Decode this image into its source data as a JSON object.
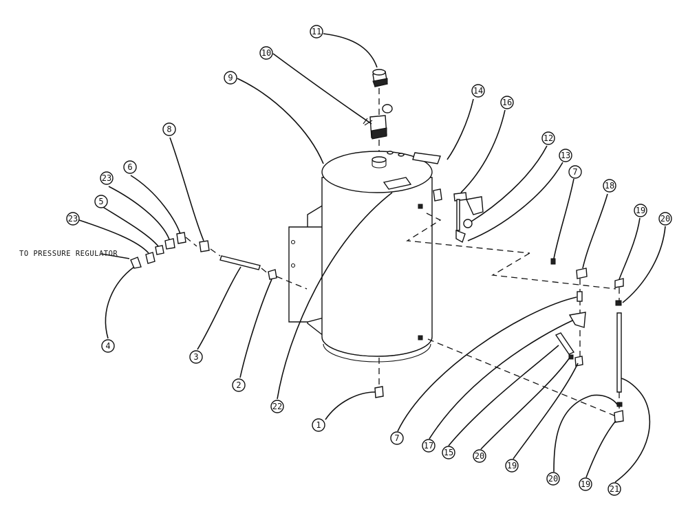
{
  "note": {
    "text": "TO PRESSURE REGULATOR"
  },
  "callouts": [
    {
      "id": "11",
      "label": "11"
    },
    {
      "id": "10",
      "label": "10"
    },
    {
      "id": "9",
      "label": "9"
    },
    {
      "id": "14",
      "label": "14"
    },
    {
      "id": "16",
      "label": "16"
    },
    {
      "id": "12",
      "label": "12"
    },
    {
      "id": "13",
      "label": "13"
    },
    {
      "id": "7a",
      "label": "7"
    },
    {
      "id": "18",
      "label": "18"
    },
    {
      "id": "19a",
      "label": "19"
    },
    {
      "id": "20a",
      "label": "20"
    },
    {
      "id": "8",
      "label": "8"
    },
    {
      "id": "6",
      "label": "6"
    },
    {
      "id": "23a",
      "label": "23"
    },
    {
      "id": "5",
      "label": "5"
    },
    {
      "id": "23b",
      "label": "23"
    },
    {
      "id": "4",
      "label": "4"
    },
    {
      "id": "3",
      "label": "3"
    },
    {
      "id": "2",
      "label": "2"
    },
    {
      "id": "22",
      "label": "22"
    },
    {
      "id": "1",
      "label": "1"
    },
    {
      "id": "7b",
      "label": "7"
    },
    {
      "id": "17",
      "label": "17"
    },
    {
      "id": "15",
      "label": "15"
    },
    {
      "id": "20b",
      "label": "20"
    },
    {
      "id": "19b",
      "label": "19"
    },
    {
      "id": "20c",
      "label": "20"
    },
    {
      "id": "19c",
      "label": "19"
    },
    {
      "id": "21",
      "label": "21"
    }
  ]
}
